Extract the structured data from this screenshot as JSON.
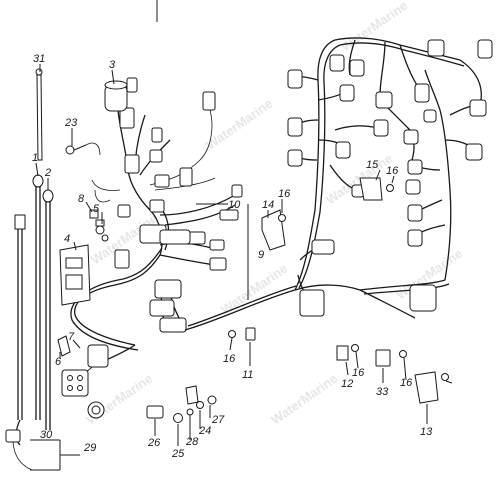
{
  "watermark": "WaterMarine",
  "callouts": [
    "31",
    "3",
    "23",
    "1",
    "2",
    "8",
    "5",
    "4",
    "6",
    "7",
    "10",
    "14",
    "16",
    "9",
    "15",
    "16",
    "16",
    "11",
    "12",
    "16",
    "33",
    "16",
    "13",
    "27",
    "24",
    "28",
    "25",
    "26",
    "30",
    "29"
  ]
}
